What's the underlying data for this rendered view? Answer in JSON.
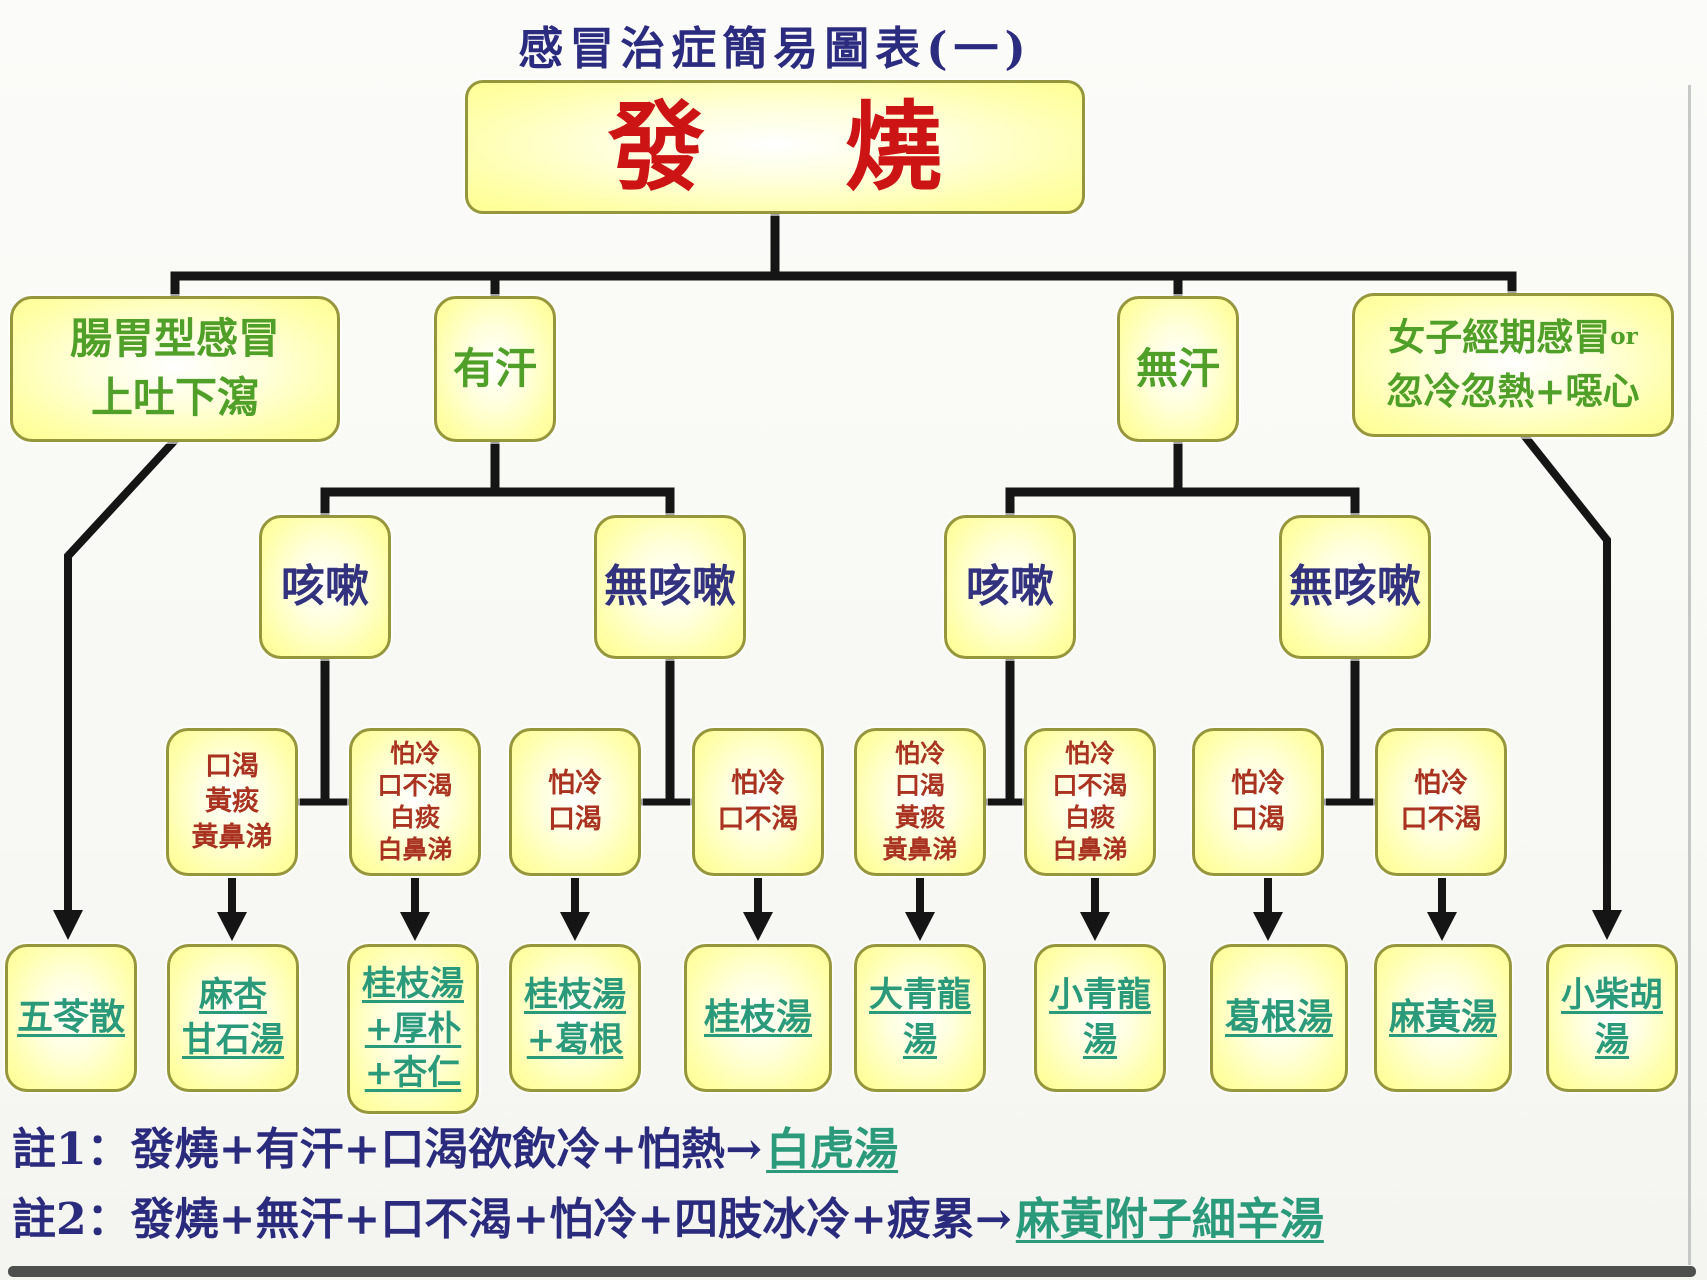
{
  "title": "感冒治症簡易圖表(一)",
  "root": {
    "label": "發燒"
  },
  "branches": [
    {
      "lines": [
        "腸胃型感冒",
        "上吐下瀉"
      ]
    },
    {
      "lines": [
        "有汗"
      ]
    },
    {
      "lines": [
        "無汗"
      ]
    },
    {
      "lines": [
        "女子經期感冒",
        "忽冷忽熱+噁心"
      ],
      "or_label": "or"
    }
  ],
  "cough_nodes": [
    {
      "label": "咳嗽"
    },
    {
      "label": "無咳嗽"
    },
    {
      "label": "咳嗽"
    },
    {
      "label": "無咳嗽"
    }
  ],
  "symptoms": [
    {
      "lines": [
        "口渴",
        "黃痰",
        "黃鼻涕"
      ]
    },
    {
      "lines": [
        "怕冷",
        "口不渴",
        "白痰",
        "白鼻涕"
      ]
    },
    {
      "lines": [
        "怕冷",
        "口渴"
      ]
    },
    {
      "lines": [
        "怕冷",
        "口不渴"
      ]
    },
    {
      "lines": [
        "怕冷",
        "口渴",
        "黃痰",
        "黃鼻涕"
      ]
    },
    {
      "lines": [
        "怕冷",
        "口不渴",
        "白痰",
        "白鼻涕"
      ]
    },
    {
      "lines": [
        "怕冷",
        "口渴"
      ]
    },
    {
      "lines": [
        "怕冷",
        "口不渴"
      ]
    }
  ],
  "formulas": [
    {
      "lines": [
        "五苓散"
      ]
    },
    {
      "lines": [
        "麻杏",
        "甘石湯"
      ]
    },
    {
      "lines": [
        "桂枝湯",
        "+厚朴",
        "+杏仁"
      ]
    },
    {
      "lines": [
        "桂枝湯",
        "+葛根"
      ]
    },
    {
      "lines": [
        "桂枝湯"
      ]
    },
    {
      "lines": [
        "大青龍",
        "湯"
      ]
    },
    {
      "lines": [
        "小青龍",
        "湯"
      ]
    },
    {
      "lines": [
        "葛根湯"
      ]
    },
    {
      "lines": [
        "麻黃湯"
      ]
    },
    {
      "lines": [
        "小柴胡",
        "湯"
      ]
    }
  ],
  "notes": [
    {
      "prefix": "註1：發燒+有汗+口渴欲飲冷+怕熱→",
      "remedy": "白虎湯"
    },
    {
      "prefix": "註2：發燒+無汗+口不渴+怕冷+四肢冰冷+疲累→",
      "remedy": "麻黃附子細辛湯"
    }
  ],
  "colors": {
    "box_fill": "#ffffa8",
    "box_border": "#96963c",
    "fever_red": "#cc1414",
    "branch_green": "#4f9f28",
    "cough_navy": "#32327e",
    "symptom_red": "#a93320",
    "formula_teal": "#2a9a7a",
    "note_navy": "#2b2b7e",
    "connector_black": "#151515"
  }
}
